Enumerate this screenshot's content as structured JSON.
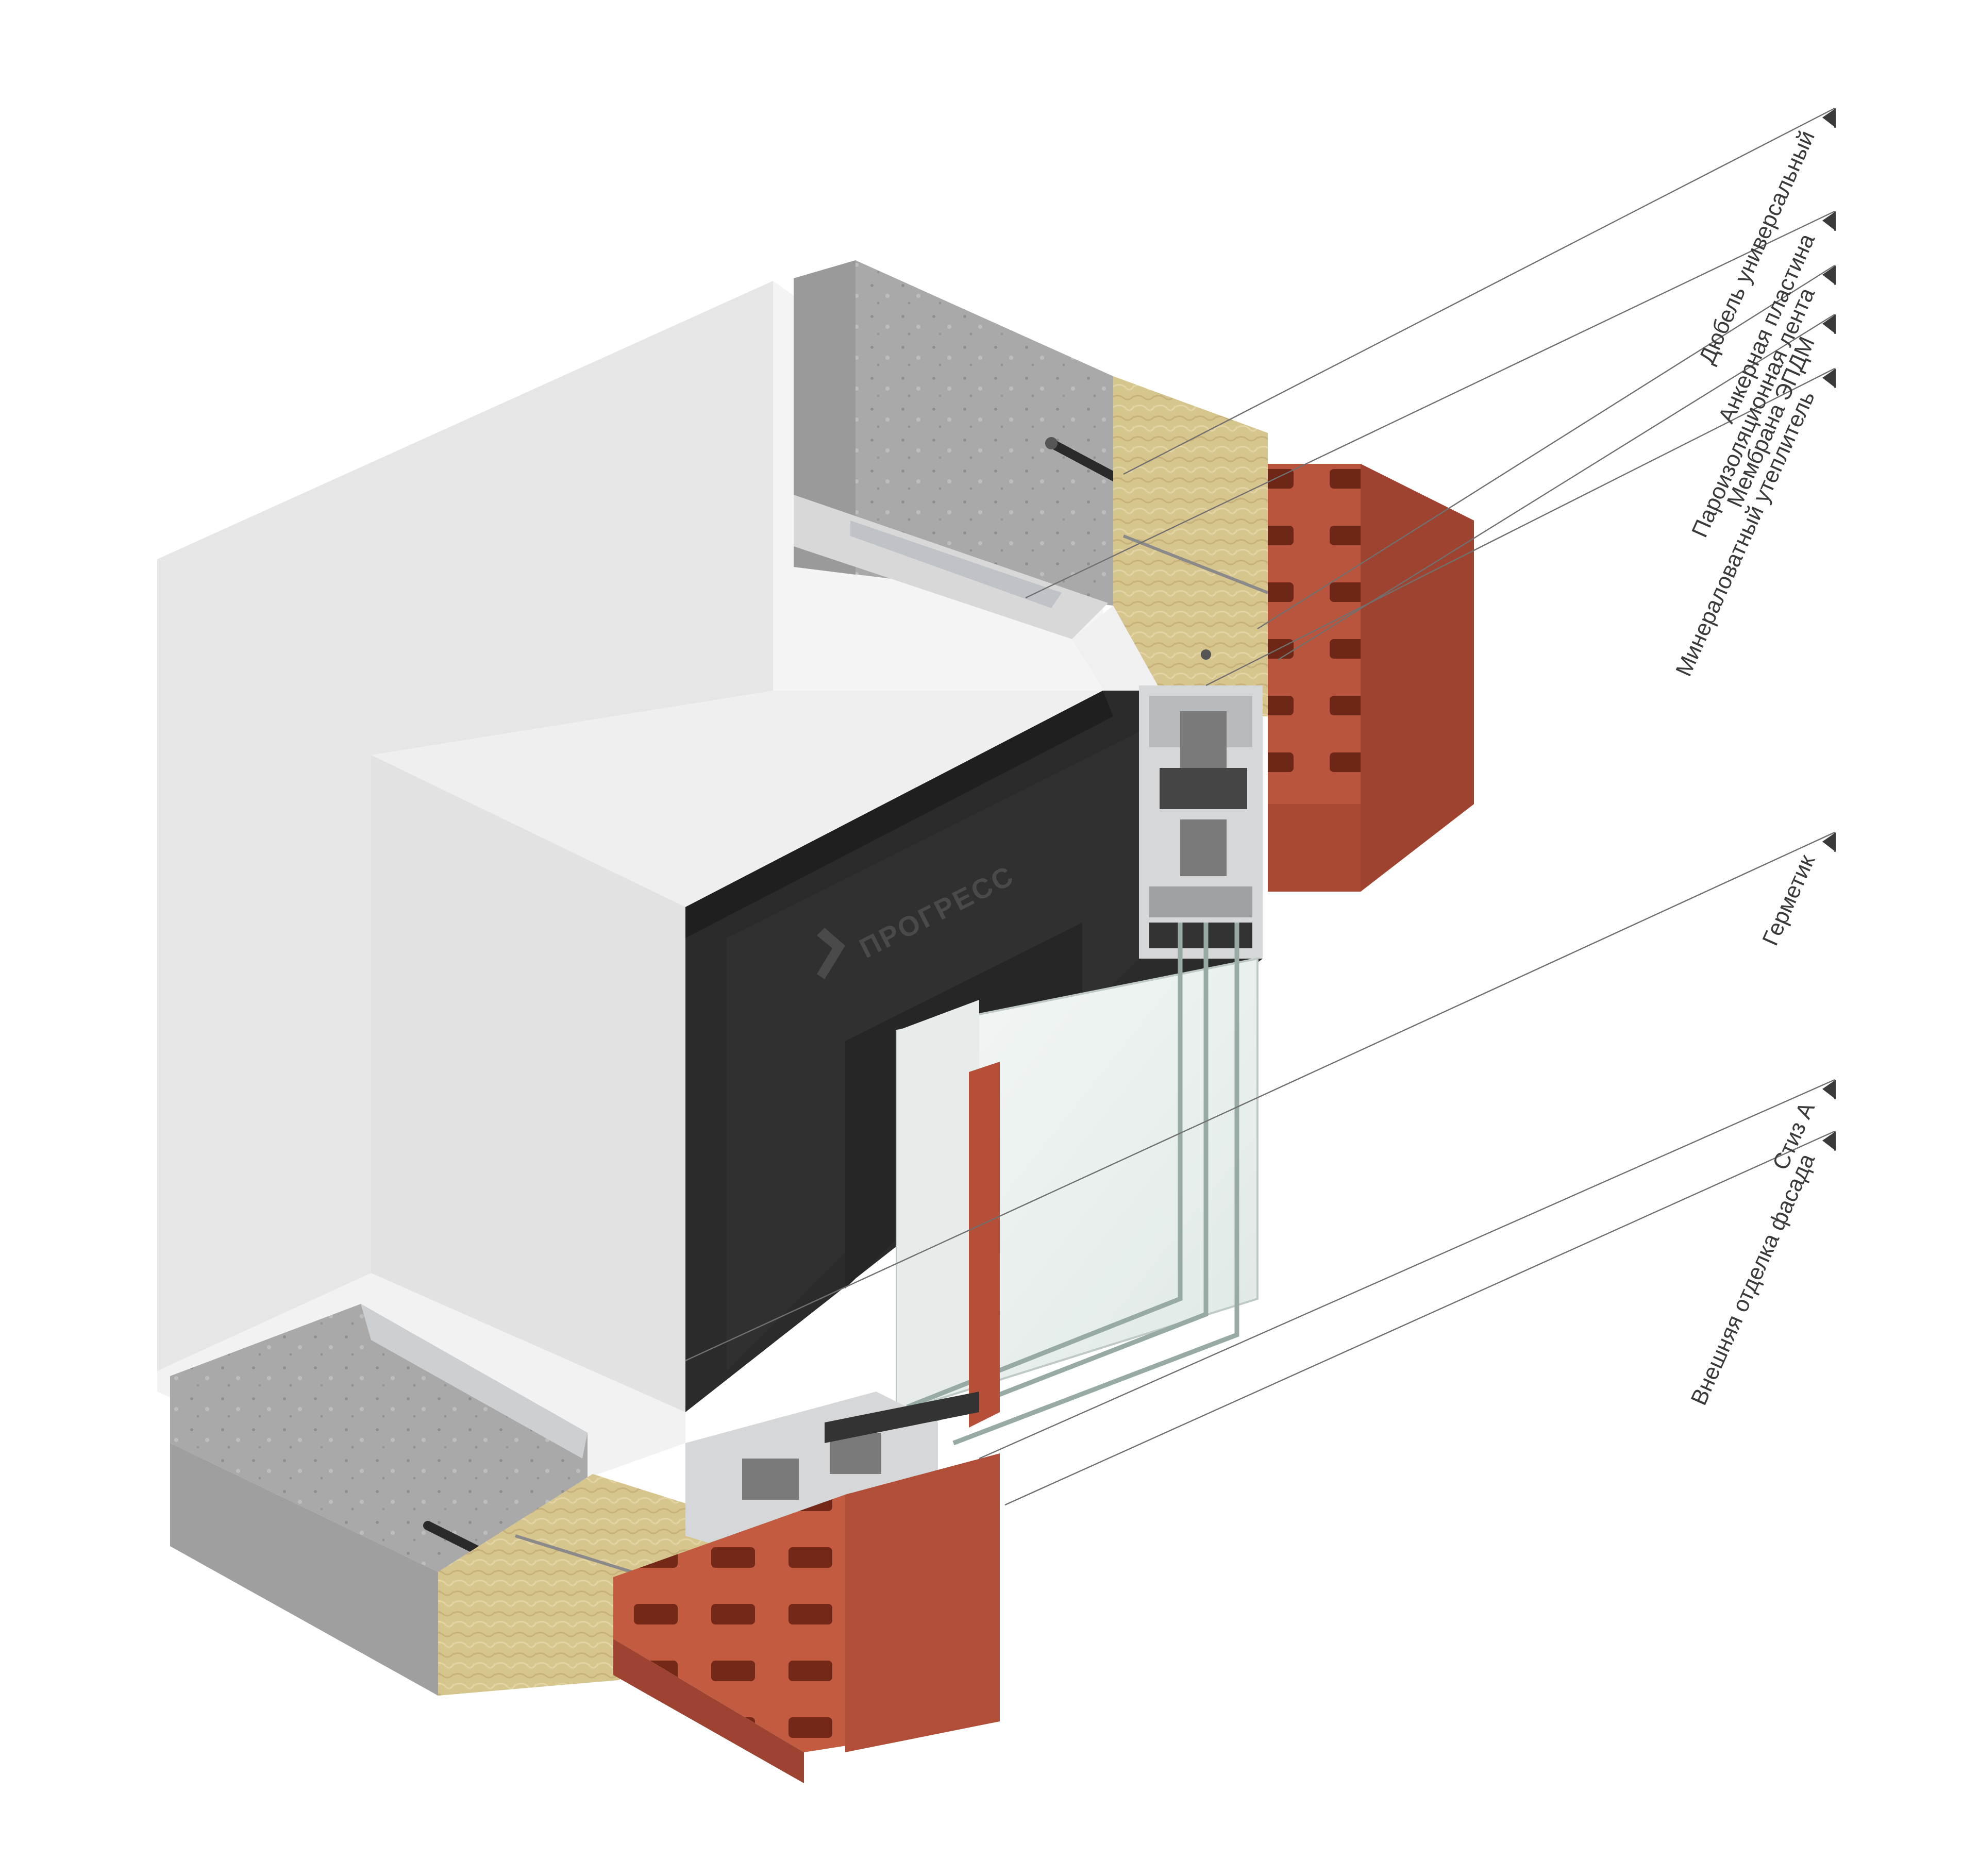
{
  "brand": {
    "name": "ПРОГРЕСС"
  },
  "callouts": [
    {
      "id": "dowel",
      "label": "Дюбель универсальный"
    },
    {
      "id": "anchor",
      "label": "Анкерная пластина"
    },
    {
      "id": "vapor",
      "label": "Пароизоляционная лента"
    },
    {
      "id": "epdm",
      "label": "Мембрана ЭПДМ"
    },
    {
      "id": "wool",
      "label": "Минераловатный утеплитель"
    },
    {
      "id": "sealant",
      "label": "Герметик"
    },
    {
      "id": "stiz",
      "label": "Стиз А"
    },
    {
      "id": "facade",
      "label": "Внешняя отделка фасада"
    }
  ],
  "colors": {
    "wall_plaster": "#eeeeee",
    "concrete": "#a9a9a9",
    "mineral_wool": "#d7c58e",
    "brick": "#b9553c",
    "frame": "#2b2b2b",
    "glass": "#e8f2ef"
  }
}
